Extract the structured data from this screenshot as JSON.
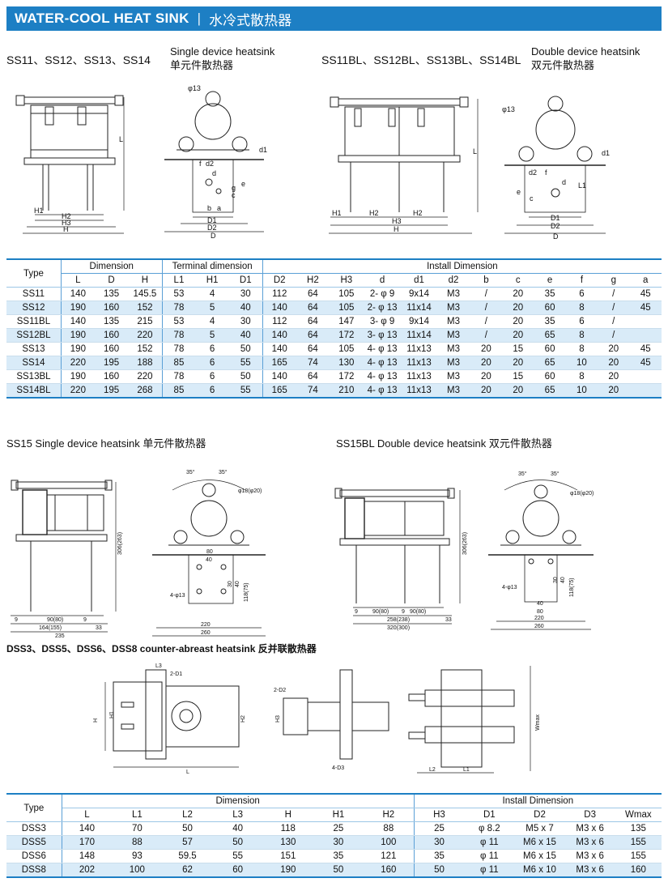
{
  "header": {
    "title_en": "WATER-COOL HEAT SINK",
    "separator": "|",
    "title_cn": "水冷式散热器"
  },
  "section1": {
    "left_models": "SS11、SS12、SS13、SS14",
    "left_desc_en": "Single device heatsink",
    "left_desc_cn": "单元件散热器",
    "right_models": "SS11BL、SS12BL、SS13BL、SS14BL",
    "right_desc_en": "Double device heatsink",
    "right_desc_cn": "双元件散热器"
  },
  "drawing1": {
    "dims": [
      "H1",
      "H2",
      "H3",
      "H",
      "L",
      "φ13",
      "d1",
      "f",
      "d2",
      "d",
      "c",
      "g",
      "e",
      "b",
      "a",
      "D1",
      "D2",
      "D"
    ]
  },
  "drawing2": {
    "dims": [
      "H1",
      "H2",
      "H2",
      "H3",
      "H",
      "L",
      "φ13",
      "d1",
      "d2",
      "f",
      "d",
      "e",
      "c",
      "L1",
      "D1",
      "D2",
      "D"
    ]
  },
  "table1": {
    "type_label": "Type",
    "group_headers": [
      "Dimension",
      "Terminal dimension",
      "Install Dimension"
    ],
    "columns": [
      "L",
      "D",
      "H",
      "L1",
      "H1",
      "D1",
      "D2",
      "H2",
      "H3",
      "d",
      "d1",
      "d2",
      "b",
      "c",
      "e",
      "f",
      "g",
      "a"
    ],
    "rows": [
      [
        "SS11",
        "140",
        "135",
        "145.5",
        "53",
        "4",
        "30",
        "112",
        "64",
        "105",
        "2- φ 9",
        "9x14",
        "M3",
        "/",
        "20",
        "35",
        "6",
        "/",
        "45"
      ],
      [
        "SS12",
        "190",
        "160",
        "152",
        "78",
        "5",
        "40",
        "140",
        "64",
        "105",
        "2- φ 13",
        "11x14",
        "M3",
        "/",
        "20",
        "60",
        "8",
        "/",
        "45"
      ],
      [
        "SS11BL",
        "140",
        "135",
        "215",
        "53",
        "4",
        "30",
        "112",
        "64",
        "147",
        "3- φ 9",
        "9x14",
        "M3",
        "/",
        "20",
        "35",
        "6",
        "/",
        ""
      ],
      [
        "SS12BL",
        "190",
        "160",
        "220",
        "78",
        "5",
        "40",
        "140",
        "64",
        "172",
        "3- φ 13",
        "11x14",
        "M3",
        "/",
        "20",
        "65",
        "8",
        "/",
        ""
      ],
      [
        "SS13",
        "190",
        "160",
        "152",
        "78",
        "6",
        "50",
        "140",
        "64",
        "105",
        "4- φ 13",
        "11x13",
        "M3",
        "20",
        "15",
        "60",
        "8",
        "20",
        "45"
      ],
      [
        "SS14",
        "220",
        "195",
        "188",
        "85",
        "6",
        "55",
        "165",
        "74",
        "130",
        "4- φ 13",
        "11x13",
        "M3",
        "20",
        "20",
        "65",
        "10",
        "20",
        "45"
      ],
      [
        "SS13BL",
        "190",
        "160",
        "220",
        "78",
        "6",
        "50",
        "140",
        "64",
        "172",
        "4- φ 13",
        "11x13",
        "M3",
        "20",
        "15",
        "60",
        "8",
        "20",
        ""
      ],
      [
        "SS14BL",
        "220",
        "195",
        "268",
        "85",
        "6",
        "55",
        "165",
        "74",
        "210",
        "4- φ 13",
        "11x13",
        "M3",
        "20",
        "20",
        "65",
        "10",
        "20",
        ""
      ]
    ]
  },
  "section2": {
    "left_caption": "SS15 Single device heatsink  单元件散热器",
    "right_caption": "SS15BL Double device heatsink  双元件散热器"
  },
  "drawing3": {
    "dims": [
      "306(263)",
      "9",
      "90(80)",
      "9",
      "164(155)",
      "33",
      "235",
      "35°",
      "35°",
      "φ18(φ20)",
      "80",
      "40",
      "4-φ13",
      "118(75)",
      "40",
      "30",
      "220",
      "260"
    ]
  },
  "drawing4": {
    "dims": [
      "306(263)",
      "9",
      "90(80)",
      "9",
      "90(80)",
      "258(238)",
      "33",
      "320(300)",
      "35°",
      "35°",
      "φ18(φ20)",
      "4-φ13",
      "118(75)",
      "40",
      "30",
      "40",
      "80",
      "220",
      "260"
    ]
  },
  "section3": {
    "title": "DSS3、DSS5、DSS6、DSS8 counter-abreast heatsink  反并联散热器"
  },
  "drawing5": {
    "dims": [
      "L3",
      "2-D1",
      "H",
      "H1",
      "H2",
      "L",
      "2-D2",
      "H3",
      "4-D3",
      "Wmax",
      "L2",
      "L1"
    ]
  },
  "table2": {
    "type_label": "Type",
    "group_headers": [
      "Dimension",
      "Install Dimension"
    ],
    "columns": [
      "L",
      "L1",
      "L2",
      "L3",
      "H",
      "H1",
      "H2",
      "H3",
      "D1",
      "D2",
      "D3",
      "Wmax"
    ],
    "rows": [
      [
        "DSS3",
        "140",
        "70",
        "50",
        "40",
        "118",
        "25",
        "88",
        "25",
        "φ 8.2",
        "M5 x 7",
        "M3 x 6",
        "135"
      ],
      [
        "DSS5",
        "170",
        "88",
        "57",
        "50",
        "130",
        "30",
        "100",
        "30",
        "φ 11",
        "M6 x 15",
        "M3 x 6",
        "155"
      ],
      [
        "DSS6",
        "148",
        "93",
        "59.5",
        "55",
        "151",
        "35",
        "121",
        "35",
        "φ 11",
        "M6 x 15",
        "M3 x 6",
        "155"
      ],
      [
        "DSS8",
        "202",
        "100",
        "62",
        "60",
        "190",
        "50",
        "160",
        "50",
        "φ 11",
        "M6 x 10",
        "M3 x 6",
        "160"
      ]
    ]
  },
  "colors": {
    "accent": "#1d7fc4",
    "row_alt": "#d9ebf8"
  }
}
